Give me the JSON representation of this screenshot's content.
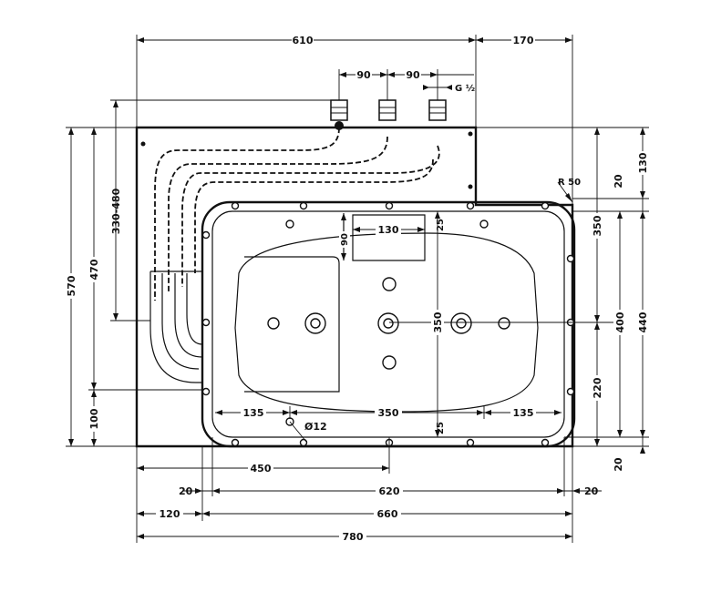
{
  "dimensions": {
    "top_610": "610",
    "top_170": "170",
    "conn_90_a": "90",
    "conn_90_b": "90",
    "thread": "G ½",
    "radius": "R 50",
    "left_330_480": "330-480",
    "left_470": "470",
    "left_570": "570",
    "left_100": "100",
    "right_130": "130",
    "right_20_top": "20",
    "right_350": "350",
    "right_400": "400",
    "right_440": "440",
    "right_220": "220",
    "right_20_bottom": "20",
    "inner_90": "90",
    "inner_130": "130",
    "inner_25_top": "25",
    "inner_350_vertical": "350",
    "inner_135_left": "135",
    "inner_350_horizontal": "350",
    "inner_135_right": "135",
    "inner_25_bottom": "25",
    "diameter": "Ø12",
    "bottom_450": "450",
    "bottom_20_left": "20",
    "bottom_620": "620",
    "bottom_20_right": "20",
    "bottom_120": "120",
    "bottom_660": "660",
    "bottom_780": "780"
  }
}
